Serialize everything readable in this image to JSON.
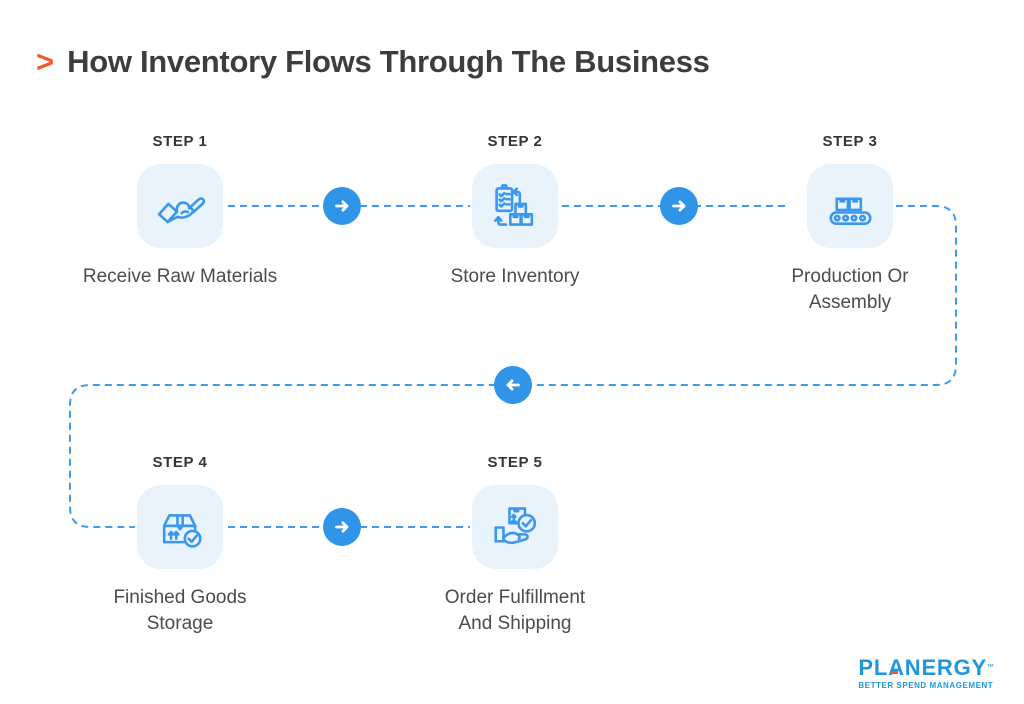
{
  "title": {
    "marker": ">",
    "text": "How Inventory Flows Through The Business"
  },
  "steps": [
    {
      "label": "STEP 1",
      "name": "Receive Raw Materials",
      "lines": [
        "Receive Raw Materials"
      ],
      "icon": "hand-receive-icon"
    },
    {
      "label": "STEP 2",
      "name": "Store Inventory",
      "lines": [
        "Store Inventory"
      ],
      "icon": "store-inventory-icon"
    },
    {
      "label": "STEP 3",
      "name": "Production Or Assembly",
      "lines": [
        "Production Or",
        "Assembly"
      ],
      "icon": "conveyor-belt-icon"
    },
    {
      "label": "STEP 4",
      "name": "Finished Goods Storage",
      "lines": [
        "Finished Goods",
        "Storage"
      ],
      "icon": "finished-goods-box-icon"
    },
    {
      "label": "STEP 5",
      "name": "Order Fulfillment And Shipping",
      "lines": [
        "Order Fulfillment",
        "And Shipping"
      ],
      "icon": "order-fulfillment-icon"
    }
  ],
  "connectors": [
    {
      "from": "step-1",
      "to": "step-2",
      "icon": "arrow-right-icon"
    },
    {
      "from": "step-2",
      "to": "step-3",
      "icon": "arrow-right-icon"
    },
    {
      "from": "step-3",
      "to": "step-4",
      "icon": "arrow-left-icon"
    },
    {
      "from": "step-4",
      "to": "step-5",
      "icon": "arrow-right-icon"
    }
  ],
  "logo": {
    "brand": "PLANERGY",
    "trademark": "™",
    "tagline": "BETTER SPEND MANAGEMENT"
  },
  "colors": {
    "accent_orange": "#f15a24",
    "title_dark": "#3d3d40",
    "body_text": "#4c4c50",
    "tile_background": "#e8f3fc",
    "icon_stroke": "#3a97ec",
    "connector_blue": "#3e9bf0",
    "arrow_circle_blue": "#3095e8",
    "logo_blue": "#2196dd"
  }
}
